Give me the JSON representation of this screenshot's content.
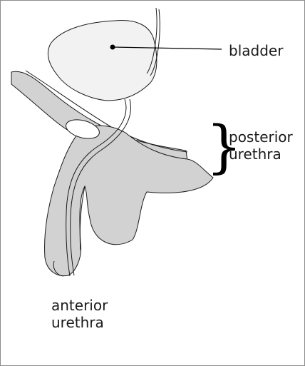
{
  "labels": {
    "bladder": "bladder",
    "posterior_urethra": [
      "posterior",
      "urethra"
    ],
    "anterior_urethra": [
      "anterior",
      "urethra"
    ]
  },
  "colors": {
    "tissue_fill": "#d2d2d2",
    "bladder_fill": "#f2f2f2",
    "outline": "#1a1a1a",
    "frame_border": "#8c8c8c"
  }
}
